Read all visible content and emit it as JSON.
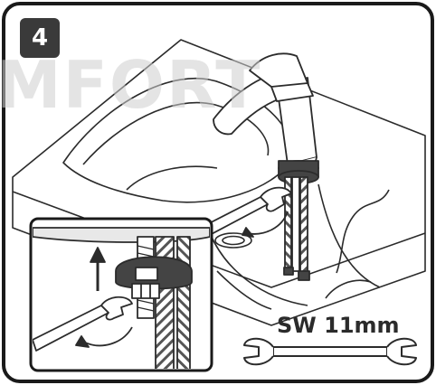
{
  "step": {
    "number": "4"
  },
  "watermark": {
    "text": "MFORT"
  },
  "wrench": {
    "label": "SW 11mm",
    "icon": "open-end-wrench-icon"
  },
  "colors": {
    "line": "#2b2b2b",
    "badge": "#3a3a3a",
    "hose_dark": "#555555",
    "watermark": "#cfcfcf",
    "background": "#ffffff"
  }
}
